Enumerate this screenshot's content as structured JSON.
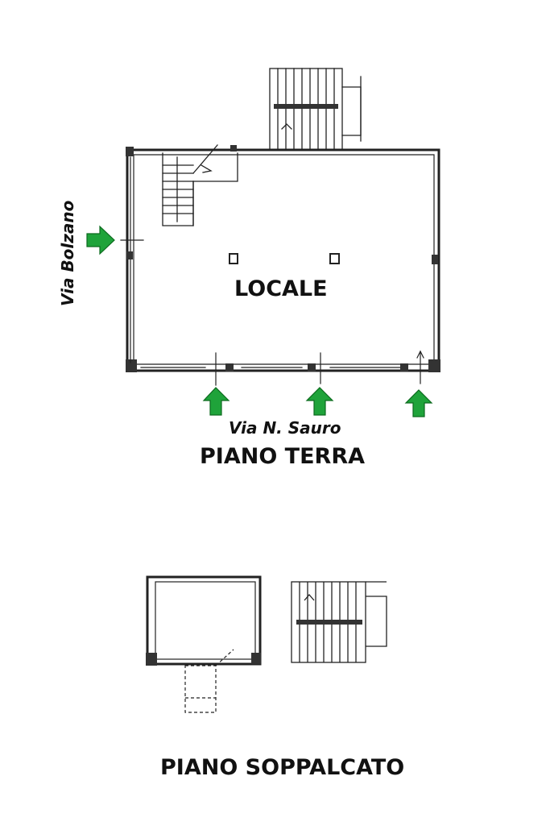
{
  "plan": {
    "room_label": "LOCALE",
    "ground_floor_title": "PIANO TERRA",
    "mezzanine_title": "PIANO SOPPALCATO",
    "street_south": "Via N. Sauro",
    "street_west": "Via Bolzano",
    "arrow_color": "#1fa33a",
    "wall_color": "#222222"
  },
  "entrances": [
    {
      "icon": "arrow-right-icon",
      "street": "Via Bolzano"
    },
    {
      "icon": "arrow-up-icon",
      "street": "Via N. Sauro"
    },
    {
      "icon": "arrow-up-icon",
      "street": "Via N. Sauro"
    },
    {
      "icon": "arrow-up-icon",
      "street": "Via N. Sauro"
    }
  ]
}
